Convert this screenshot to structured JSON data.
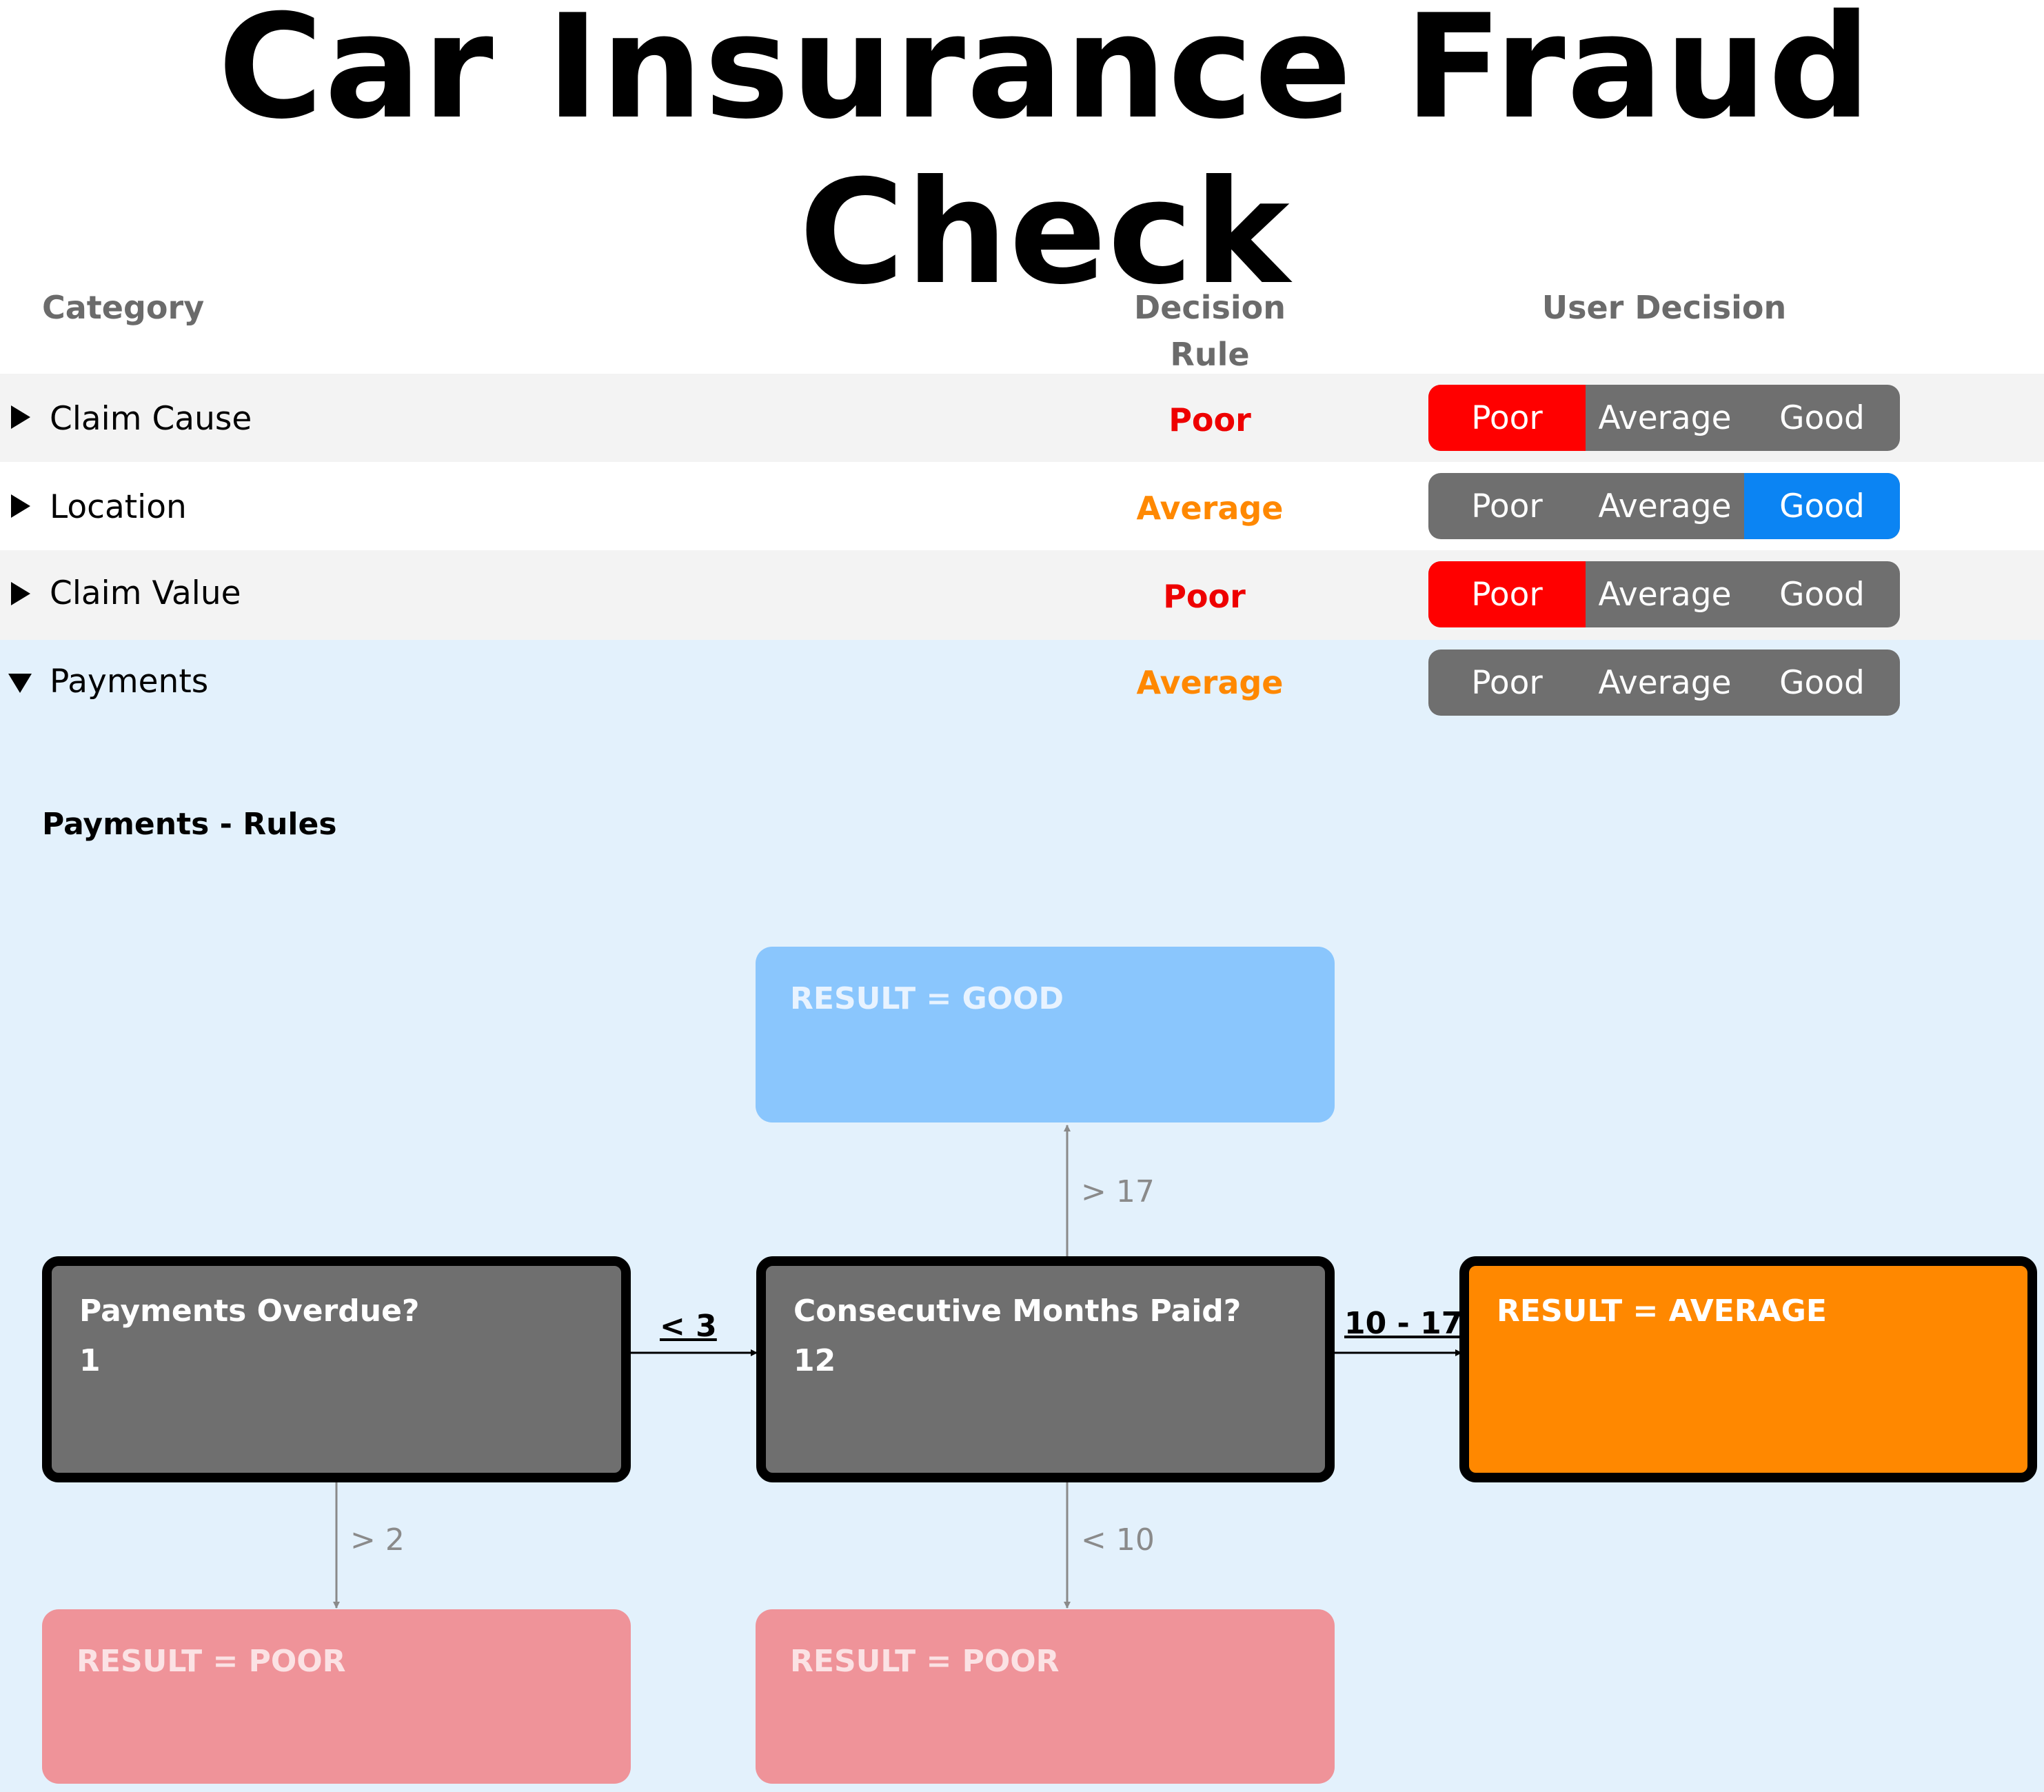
{
  "page": {
    "title": "Car Insurance Fraud Check"
  },
  "table": {
    "headers": {
      "category": "Category",
      "decision_rule_line1": "Decision",
      "decision_rule_line2": "Rule",
      "user_decision": "User Decision"
    },
    "rows": [
      {
        "category": "Claim Cause",
        "rule": "Poor",
        "rule_color": "#ee0000",
        "expanded": false,
        "selected": "Poor"
      },
      {
        "category": "Location",
        "rule": "Average",
        "rule_color": "#ff8800",
        "expanded": false,
        "selected": "Good"
      },
      {
        "category": "Claim Value",
        "rule": "Poor",
        "rule_color": "#ee0000",
        "expanded": false,
        "selected": "Poor"
      },
      {
        "category": "Payments",
        "rule": "Average",
        "rule_color": "#ff8800",
        "expanded": true,
        "selected": null
      }
    ],
    "options": [
      "Poor",
      "Average",
      "Good"
    ],
    "option_colors": {
      "Poor": "#ff0000",
      "Average": "#ff8800",
      "Good": "#0b84f3",
      "unselected": "#6f6f6f"
    }
  },
  "payments_rules": {
    "title": "Payments - Rules",
    "nodes": {
      "payments_overdue": {
        "label": "Payments Overdue?",
        "value": "1"
      },
      "consecutive_months": {
        "label": "Consecutive Months Paid?",
        "value": "12"
      },
      "result_good": {
        "label": "RESULT = GOOD"
      },
      "result_average": {
        "label": "RESULT = AVERAGE"
      },
      "result_poor_left": {
        "label": "RESULT = POOR"
      },
      "result_poor_mid": {
        "label": "RESULT = POOR"
      }
    },
    "edges": {
      "overdue_to_months": "< 3",
      "overdue_to_poor": "> 2",
      "months_to_good": "> 17",
      "months_to_average": "10 - 17",
      "months_to_poor": "< 10"
    }
  }
}
